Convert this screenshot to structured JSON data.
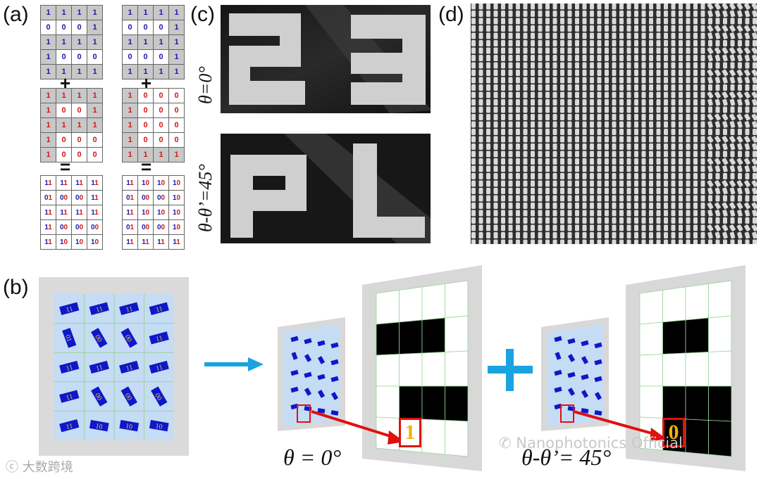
{
  "panels": {
    "a": "(a)",
    "b": "(b)",
    "c": "(c)",
    "d": "(d)"
  },
  "panel_a": {
    "left_top": [
      [
        "1",
        "1",
        "1",
        "1"
      ],
      [
        "0",
        "0",
        "0",
        "1"
      ],
      [
        "1",
        "1",
        "1",
        "1"
      ],
      [
        "1",
        "0",
        "0",
        "0"
      ],
      [
        "1",
        "1",
        "1",
        "1"
      ]
    ],
    "left_mid": [
      [
        "1",
        "1",
        "1",
        "1"
      ],
      [
        "1",
        "0",
        "0",
        "1"
      ],
      [
        "1",
        "1",
        "1",
        "1"
      ],
      [
        "1",
        "0",
        "0",
        "0"
      ],
      [
        "1",
        "0",
        "0",
        "0"
      ]
    ],
    "left_res": [
      [
        "11",
        "11",
        "11",
        "11"
      ],
      [
        "01",
        "00",
        "00",
        "11"
      ],
      [
        "11",
        "11",
        "11",
        "11"
      ],
      [
        "11",
        "00",
        "00",
        "00"
      ],
      [
        "11",
        "10",
        "10",
        "10"
      ]
    ],
    "right_top": [
      [
        "1",
        "1",
        "1",
        "1"
      ],
      [
        "0",
        "0",
        "0",
        "1"
      ],
      [
        "1",
        "1",
        "1",
        "1"
      ],
      [
        "0",
        "0",
        "0",
        "1"
      ],
      [
        "1",
        "1",
        "1",
        "1"
      ]
    ],
    "right_mid": [
      [
        "1",
        "0",
        "0",
        "0"
      ],
      [
        "1",
        "0",
        "0",
        "0"
      ],
      [
        "1",
        "0",
        "0",
        "0"
      ],
      [
        "1",
        "0",
        "0",
        "0"
      ],
      [
        "1",
        "1",
        "1",
        "1"
      ]
    ],
    "right_res": [
      [
        "11",
        "10",
        "10",
        "10"
      ],
      [
        "01",
        "00",
        "00",
        "10"
      ],
      [
        "11",
        "10",
        "10",
        "10"
      ],
      [
        "01",
        "00",
        "00",
        "10"
      ],
      [
        "11",
        "11",
        "11",
        "11"
      ]
    ],
    "plus": "+",
    "equals": "="
  },
  "panel_b": {
    "big_cells": [
      "11",
      "11",
      "11",
      "11",
      "01",
      "00",
      "00",
      "11",
      "11",
      "11",
      "11",
      "11",
      "11",
      "00",
      "00",
      "00",
      "11",
      "10",
      "10",
      "10"
    ],
    "marker_1": "1",
    "marker_0": "0",
    "plus": "+",
    "caption_left": "θ = 0°",
    "caption_right": "θ-θ’= 45°"
  },
  "panel_c": {
    "label_top": "θ=0°",
    "label_bottom": "θ-θ’=45°"
  },
  "watermark": {
    "main": "Nanophotonics Official",
    "corner": "大数跨境"
  },
  "colors": {
    "blue_digit": "#1a1aa8",
    "red_digit": "#d01818",
    "shaded_cell": "#c8c8c8",
    "arrow_blue": "#1aa3e0",
    "arrow_red": "#e01010",
    "metasurface_bg": "#c6dcf5",
    "nanobrick": "#0e18c8",
    "marker_text": "#f0b400"
  }
}
